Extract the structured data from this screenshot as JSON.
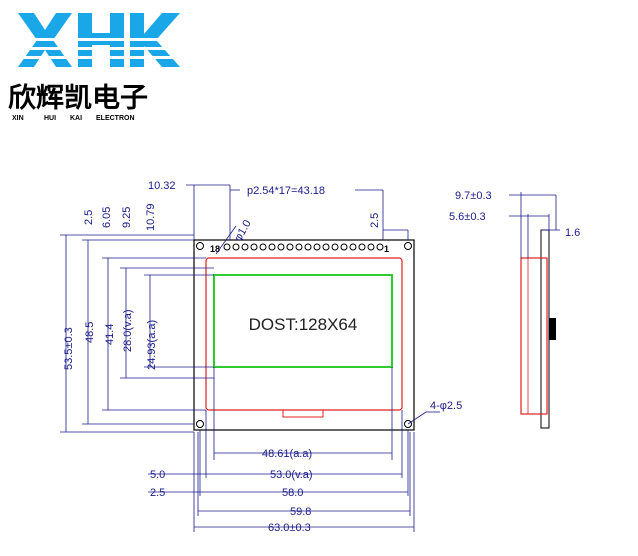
{
  "brand": {
    "logo": "XHK",
    "name_cn": "欣辉凯电子",
    "words": [
      "XIN",
      "HUI",
      "KAI",
      "ELECTRON"
    ],
    "logo_color": "#1aa7e8"
  },
  "display": {
    "text": "DOST:128X64",
    "pin_first": "1",
    "pin_last": "18"
  },
  "dims": {
    "top_left": "10.32",
    "pitch": "p2.54*17=43.18",
    "right_2_5": "2.5",
    "left": [
      "2.5",
      "6.05",
      "9.25",
      "10.79"
    ],
    "height_total": "53.5±0.3",
    "height_48_5": "48.5",
    "height_41_4": "41.4",
    "va_h": "28.0(v.a)",
    "aa_h": "24.93(a.a)",
    "pin_dia": "φ1.0",
    "holes": "4-φ2.5",
    "aa_w": "48.61(a.a)",
    "left_5_0": "5.0",
    "va_w": "53.0(v.a)",
    "left_2_5b": "2.5",
    "w_58": "58.0",
    "w_59_8": "59.8",
    "w_63": "63.0±0.3",
    "side_97": "9.7±0.3",
    "side_56": "5.6±0.3",
    "side_16": "1.6"
  },
  "colors": {
    "dim_line": "#1a1a8a",
    "outline": "#000000",
    "bezel": "#e02020",
    "viewing_area": "#2ecc2e"
  }
}
